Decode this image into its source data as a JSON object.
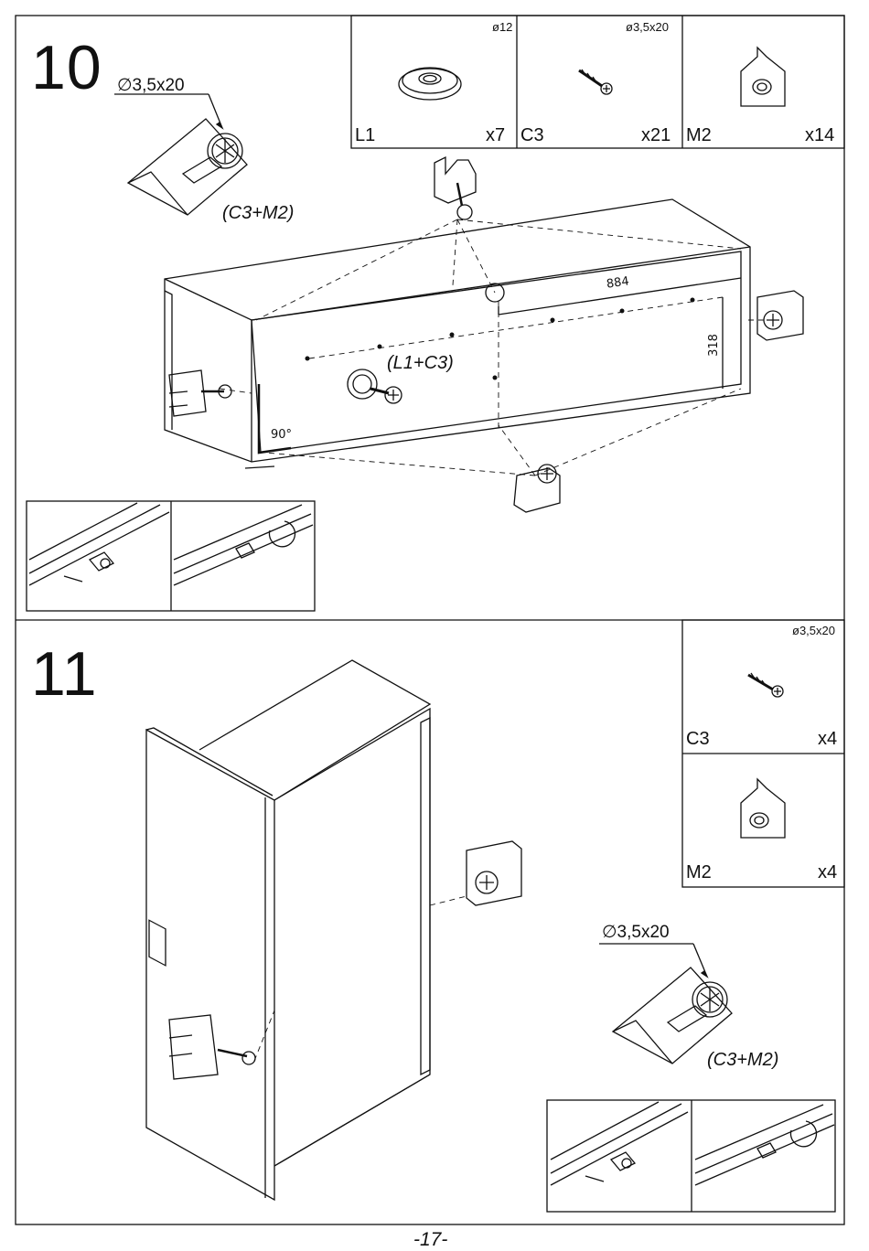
{
  "steps": [
    {
      "number": "10",
      "screw_spec": "∅3,5x20",
      "assembly_label": "(C3+M2)",
      "inset_label": "(L1+C3)",
      "angle_label": "90°",
      "dimension_width": "884",
      "dimension_height": "318",
      "parts": [
        {
          "code": "L1",
          "qty": "x7",
          "spec": "ø12"
        },
        {
          "code": "C3",
          "qty": "x21",
          "spec": "ø3,5x20"
        },
        {
          "code": "M2",
          "qty": "x14",
          "spec": ""
        }
      ]
    },
    {
      "number": "11",
      "screw_spec": "∅3,5x20",
      "assembly_label": "(C3+M2)",
      "parts": [
        {
          "code": "C3",
          "qty": "x4",
          "spec": "ø3,5x20"
        },
        {
          "code": "M2",
          "qty": "x4",
          "spec": ""
        }
      ]
    }
  ],
  "page_number": "-17-"
}
